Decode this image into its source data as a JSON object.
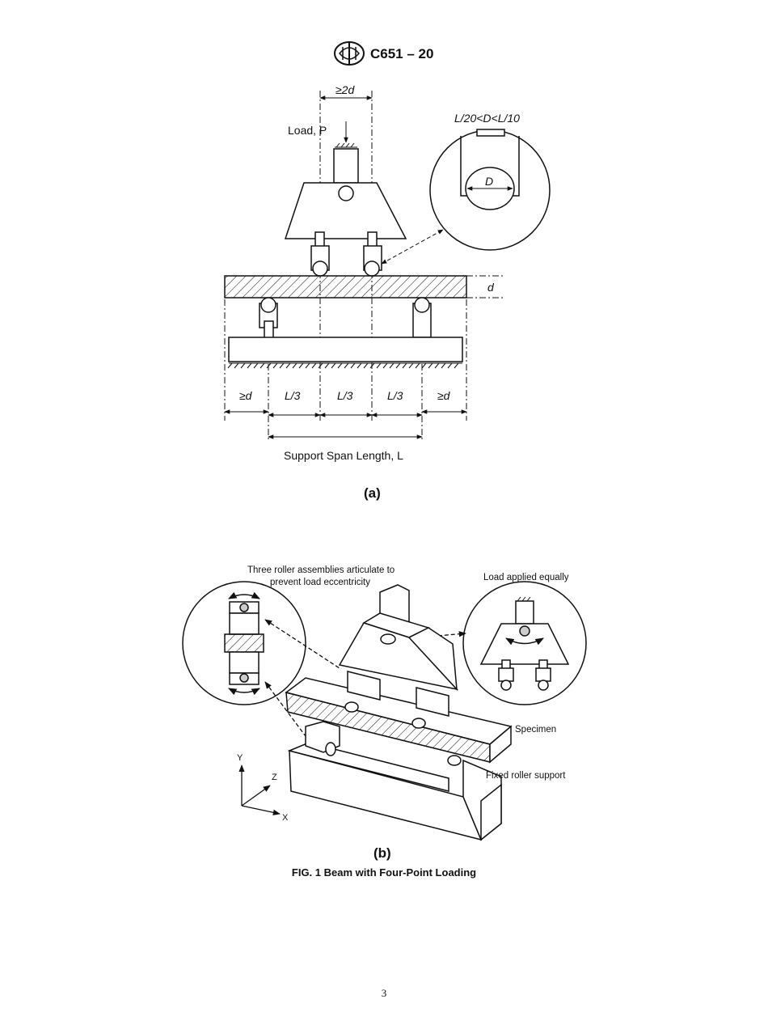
{
  "header": {
    "standard": "C651 – 20",
    "logo_icon": "astm-logo-icon"
  },
  "figure_a": {
    "label": "(a)",
    "top_dim": "≥2d",
    "load_label": "Load, P",
    "inset_label": "L/20<D<L/10",
    "inset_D": "D",
    "thickness": "d",
    "bottom_dims": [
      "≥d",
      "L/3",
      "L/3",
      "L/3",
      "≥d"
    ],
    "span_label": "Support Span Length, L"
  },
  "figure_b": {
    "label": "(b)",
    "note_left_line1": "Three roller assemblies articulate to",
    "note_left_line2": "prevent load eccentricity",
    "note_right": "Load applied equally",
    "specimen": "Specimen",
    "fixed_support": "Fixed roller support",
    "axis_y": "Y",
    "axis_z": "Z",
    "axis_x": "X"
  },
  "caption": "FIG. 1 Beam with Four-Point Loading",
  "page_number": "3"
}
